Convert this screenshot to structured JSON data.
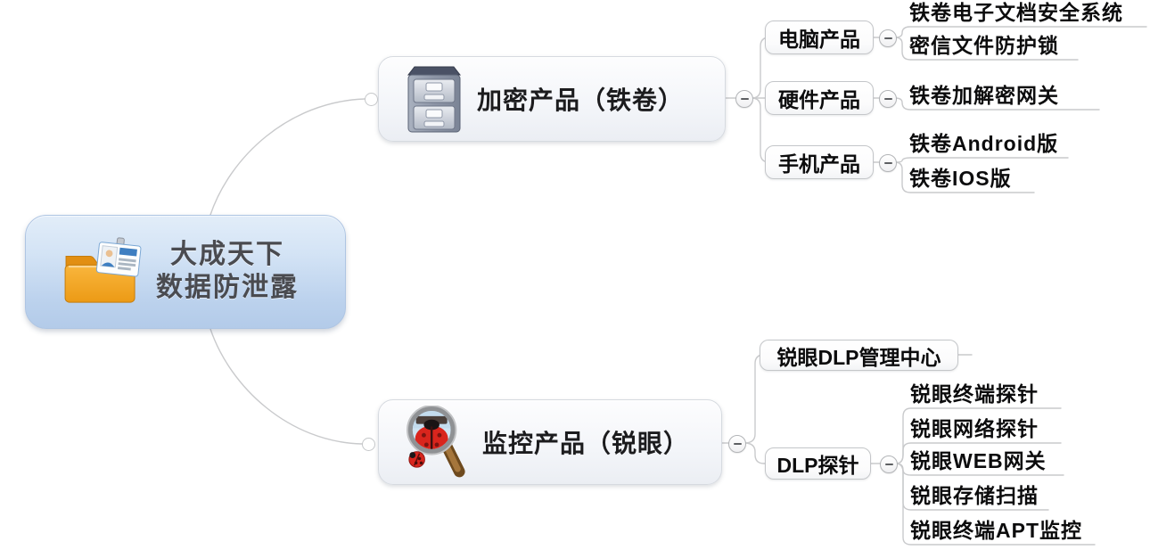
{
  "app": {
    "type": "mind-map"
  },
  "root": {
    "label_line1": "大成天下",
    "label_line2": "数据防泄露",
    "icon": "folder-id-badge"
  },
  "branches": [
    {
      "label": "加密产品（铁卷）",
      "icon": "file-cabinet",
      "children": [
        {
          "label": "电脑产品",
          "leaves": [
            "铁卷电子文档安全系统",
            "密信文件防护锁"
          ]
        },
        {
          "label": "硬件产品",
          "leaves": [
            "铁卷加解密网关"
          ]
        },
        {
          "label": "手机产品",
          "leaves": [
            "铁卷Android版",
            "铁卷IOS版"
          ]
        }
      ]
    },
    {
      "label": "监控产品（锐眼）",
      "icon": "magnifier-ladybug",
      "children": [
        {
          "label": "锐眼DLP管理中心",
          "leaves": []
        },
        {
          "label": "DLP探针",
          "leaves": [
            "锐眼终端探针",
            "锐眼网络探针",
            "锐眼WEB网关",
            "锐眼存储扫描",
            "锐眼终端APT监控"
          ]
        }
      ]
    }
  ],
  "colors": {
    "background": "#ffffff",
    "connector_line": "#c9cacc",
    "root_fill_top": "#e2edf9",
    "root_fill_bottom": "#b3cbe9",
    "root_text": "#4a4b50",
    "branch_fill": "#f3f5f9",
    "topic_text": "#0c0c0d",
    "folder_orange": "#f0a01e",
    "ladybug_red": "#d9251d",
    "cabinet_gray": "#9aa2b2"
  }
}
